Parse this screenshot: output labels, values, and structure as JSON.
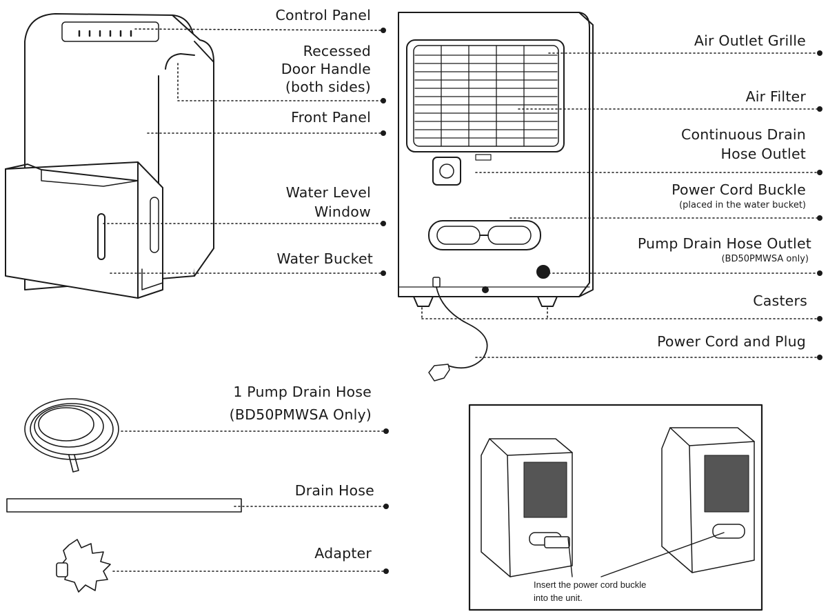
{
  "left_labels": {
    "control_panel": "Control Panel",
    "door_handle_1": "Recessed",
    "door_handle_2": "Door Handle",
    "door_handle_3": "(both sides)",
    "front_panel": "Front Panel",
    "water_level_1": "Water Level",
    "water_level_2": "Window",
    "water_bucket": "Water Bucket"
  },
  "right_labels": {
    "air_outlet_grille": "Air Outlet Grille",
    "air_filter": "Air Filter",
    "continuous_drain_1": "Continuous Drain",
    "continuous_drain_2": "Hose Outlet",
    "power_cord_buckle": "Power Cord Buckle",
    "power_cord_buckle_note": "(placed in the water bucket)",
    "pump_drain_outlet": "Pump Drain Hose Outlet",
    "pump_drain_outlet_note": "(BD50PMWSA only)",
    "casters": "Casters",
    "power_cord_plug": "Power Cord and Plug"
  },
  "accessories": {
    "pump_hose_1": "1 Pump Drain Hose",
    "pump_hose_2": "(BD50PMWSA Only)",
    "drain_hose": "Drain Hose",
    "adapter": "Adapter"
  },
  "inset": {
    "caption_1": "Insert the power cord buckle",
    "caption_2": "into the unit."
  },
  "colors": {
    "line": "#1a1a1a",
    "fill": "#ffffff",
    "shade": "#d8d8d8"
  }
}
